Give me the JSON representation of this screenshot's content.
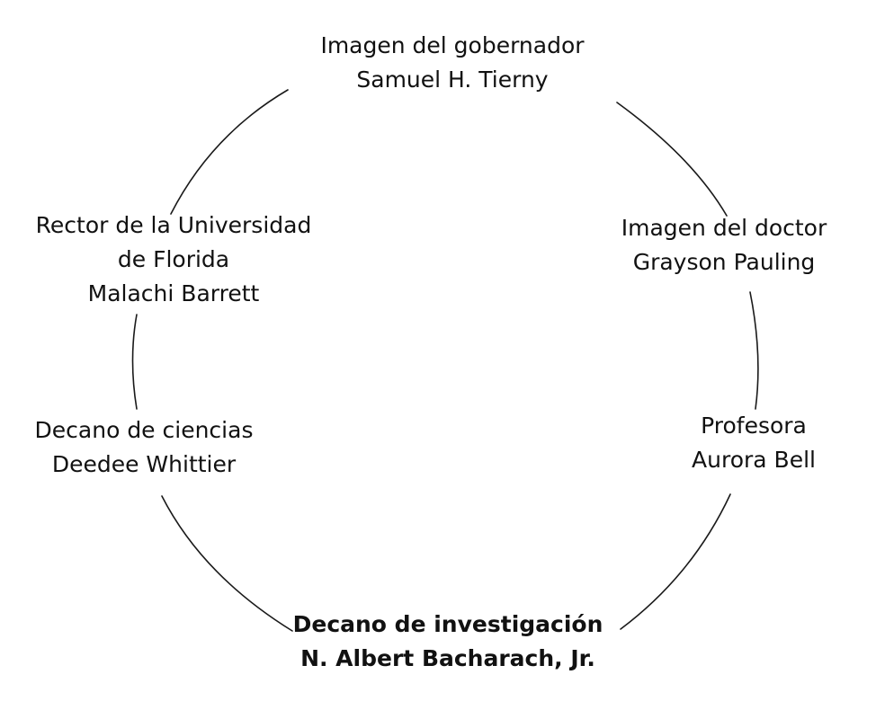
{
  "nodes": [
    {
      "id": "top",
      "lines": [
        "Imagen del gobernador",
        "Samuel H. Tierny"
      ]
    },
    {
      "id": "upper-right",
      "lines": [
        "Imagen del doctor",
        "Grayson Pauling"
      ]
    },
    {
      "id": "lower-right",
      "lines": [
        "Profesora",
        "Aurora Bell"
      ]
    },
    {
      "id": "bottom",
      "lines": [
        "Decano de investigación",
        "N. Albert Bacharach, Jr."
      ]
    },
    {
      "id": "lower-left",
      "lines": [
        "Decano de ciencias",
        "Deedee Whittier"
      ]
    },
    {
      "id": "upper-left",
      "lines": [
        "Rector de la Universidad",
        "de Florida",
        "Malachi Barrett"
      ]
    }
  ],
  "colors": {
    "line": "#1a1a1a",
    "text": "#111111"
  }
}
